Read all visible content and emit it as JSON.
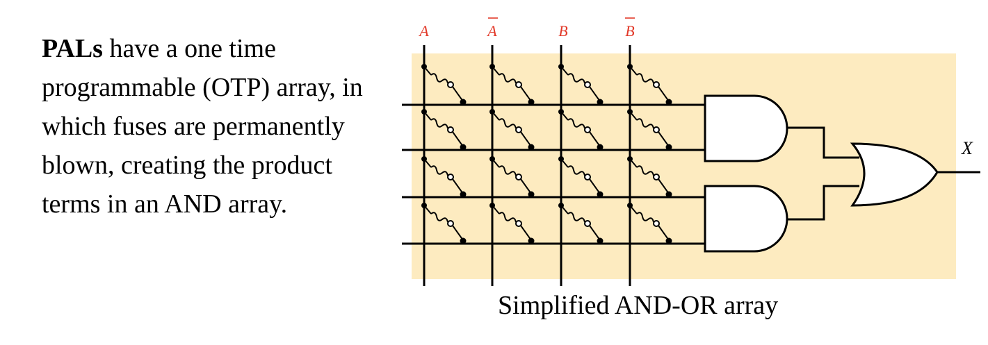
{
  "description": {
    "bold": "PALs",
    "rest": " have a one time programmable (OTP) array, in which fuses are permanently blown, creating the product terms in an AND array."
  },
  "diagram": {
    "caption": "Simplified AND-OR array",
    "inputs": [
      "A",
      "A",
      "B",
      "B"
    ],
    "inputs_inverted": [
      false,
      true,
      false,
      true
    ],
    "output": "X",
    "background_color": "#fdebc0",
    "label_color": "#e23a2a",
    "fuse_intact": [
      [
        true,
        true,
        true,
        true
      ],
      [
        true,
        true,
        true,
        true
      ],
      [
        true,
        true,
        true,
        true
      ],
      [
        true,
        true,
        true,
        true
      ]
    ],
    "gates": {
      "and_gates": 2,
      "or_gates": 1
    }
  }
}
